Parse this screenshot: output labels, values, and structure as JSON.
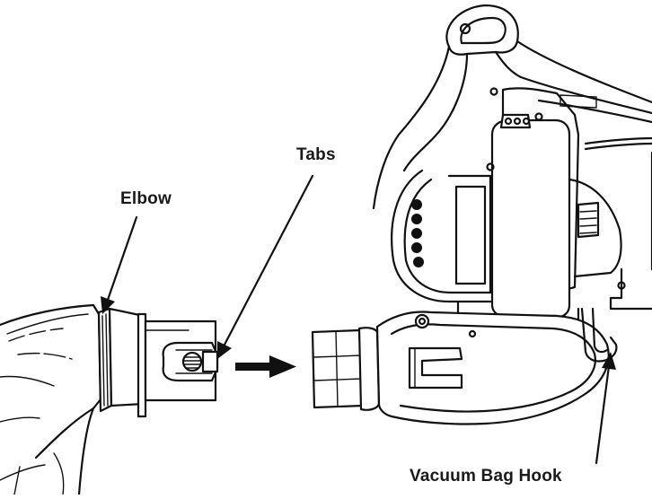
{
  "labels": {
    "tabs": "Tabs",
    "elbow": "Elbow",
    "vacuum_bag_hook": "Vacuum Bag Hook"
  },
  "colors": {
    "ink": "#111111",
    "background": "#ffffff"
  },
  "icons": {
    "direction_arrow": "right-arrow-icon"
  }
}
